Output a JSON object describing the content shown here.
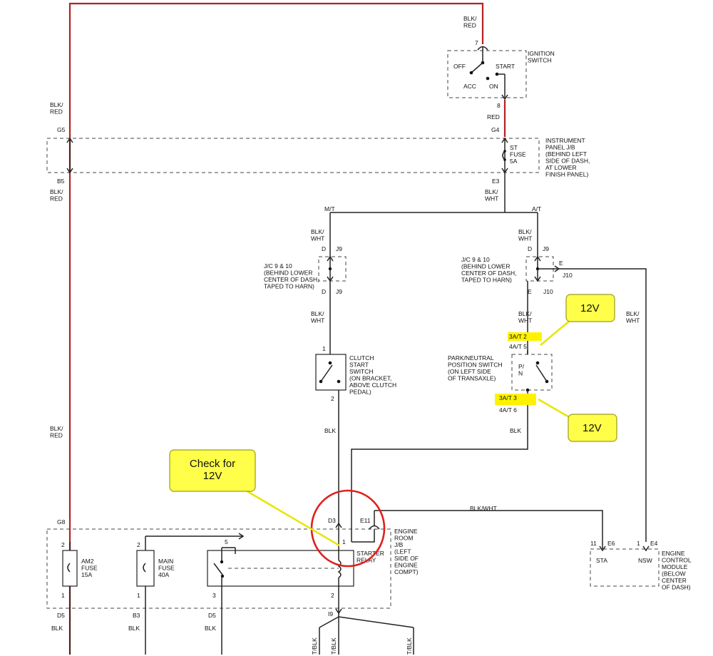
{
  "colors": {
    "red_wire": "#b22222",
    "callout": "#ffff4a",
    "highlight": "#fff200",
    "check_circle": "#e0201b"
  },
  "ignition": {
    "wire_top": "BLK/\nRED",
    "pin_in": "7",
    "title": "IGNITION\nSWITCH",
    "off": "OFF",
    "start": "START",
    "acc": "ACC",
    "on": "ON",
    "pin_out": "8",
    "wire_out": "RED"
  },
  "instrument_jb": {
    "g5": "G5",
    "g4": "G4",
    "b5": "B5",
    "e3": "E3",
    "fuse_name": "ST\nFUSE\n5A",
    "label": "INSTRUMENT\nPANEL J/B\n(BEHIND LEFT\nSIDE OF DASH,\nAT LOWER\nFINISH PANEL)"
  },
  "left_wire": {
    "top": "BLK/\nRED",
    "after_b5": "BLK/\nRED",
    "mid": "BLK/\nRED"
  },
  "branch": {
    "wire": "BLK/\nWHT",
    "mt": "M/T",
    "at": "A/T"
  },
  "jc_left": {
    "wire_in": "BLK/\nWHT",
    "d": "D",
    "j9": "J9",
    "label": "J/C 9 & 10\n(BEHIND LOWER\nCENTER OF DASH,\nTAPED TO HARN)",
    "d_bot": "D",
    "j9_bot": "J9",
    "wire_out": "BLK/\nWHT"
  },
  "jc_right": {
    "wire_in": "BLK/\nWHT",
    "d": "D",
    "j9": "J9",
    "e": "E",
    "j10": "J10",
    "label": "J/C 9 & 10\n(BEHIND LOWER\nCENTER OF DASH,\nTAPED TO HARN)",
    "e_bot": "E",
    "j10_bot": "J10",
    "wire_out": "BLK/\nWHT",
    "wire_right": "BLK/\nWHT"
  },
  "clutch": {
    "pin_top": "1",
    "label": "CLUTCH\nSTART\nSWITCH\n(ON BRACKET,\nABOVE CLUTCH\nPEDAL)",
    "pin_bot": "2",
    "wire": "BLK"
  },
  "pnp": {
    "top_3at": "3A/T  2",
    "top_4at": "4A/T  5",
    "label": "PARK/NEUTRAL\nPOSITION SWITCH\n(ON LEFT SIDE\nOF TRANSAXLE)",
    "pn": "P/\nN",
    "bot_3at": "3A/T  3",
    "bot_4at": "4A/T  6",
    "wire": "BLK"
  },
  "engine_jb": {
    "g8": "G8",
    "d3": "D3",
    "e11": "E11",
    "label": "ENGINE\nROOM\nJ/B\n(LEFT\nSIDE OF\nENGINE\nCOMPT)",
    "am2": "AM2\nFUSE\n15A",
    "main": "MAIN\nFUSE\n40A",
    "relay": "STARTER\nRELAY",
    "p2a": "2",
    "p1a": "1",
    "p2b": "2",
    "p1b": "1",
    "p5": "5",
    "p3": "3",
    "p1c": "1",
    "p2c": "2",
    "d5a": "D5",
    "b3": "B3",
    "d5b": "D5",
    "i9": "I9",
    "blk1": "BLK",
    "blk2": "BLK",
    "blk3": "BLK",
    "wire_e11": "BLK/WHT",
    "tblk1": "T/BLK",
    "tblk2": "T/BLK",
    "tblk3": "T/BLK"
  },
  "ecm": {
    "p11": "11",
    "e6": "E6",
    "p1": "1",
    "e4": "E4",
    "sta": "STA",
    "nsw": "NSW",
    "label": "ENGINE\nCONTROL\nMODULE\n(BELOW\nCENTER\nOF DASH)"
  },
  "callouts": {
    "c1": "12V",
    "c2": "12V",
    "c3": "Check for\n12V"
  }
}
